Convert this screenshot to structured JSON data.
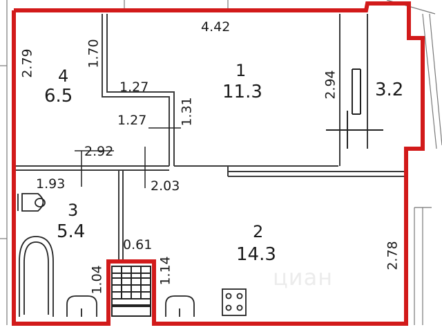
{
  "rooms": [
    {
      "number": "1",
      "area": "11.3"
    },
    {
      "number": "2",
      "area": "14.3"
    },
    {
      "number": "3",
      "area": "5.4"
    },
    {
      "number": "4",
      "area": "6.5"
    },
    {
      "area": "3.2"
    }
  ],
  "dimensions": {
    "d_4_42": "4.42",
    "d_2_79": "2.79",
    "d_1_70": "1.70",
    "d_1_27a": "1.27",
    "d_1_27b": "1.27",
    "d_1_31": "1.31",
    "d_2_94": "2.94",
    "d_2_92": "2.92",
    "d_1_93": "1.93",
    "d_2_03": "2.03",
    "d_0_61": "0.61",
    "d_2_78": "2.78",
    "d_1_04": "1.04",
    "d_1_14": "1.14"
  },
  "watermark": "циан",
  "colors": {
    "outline": "#d21a1a",
    "walls": "#3a3a3a",
    "background": "#ffffff"
  }
}
